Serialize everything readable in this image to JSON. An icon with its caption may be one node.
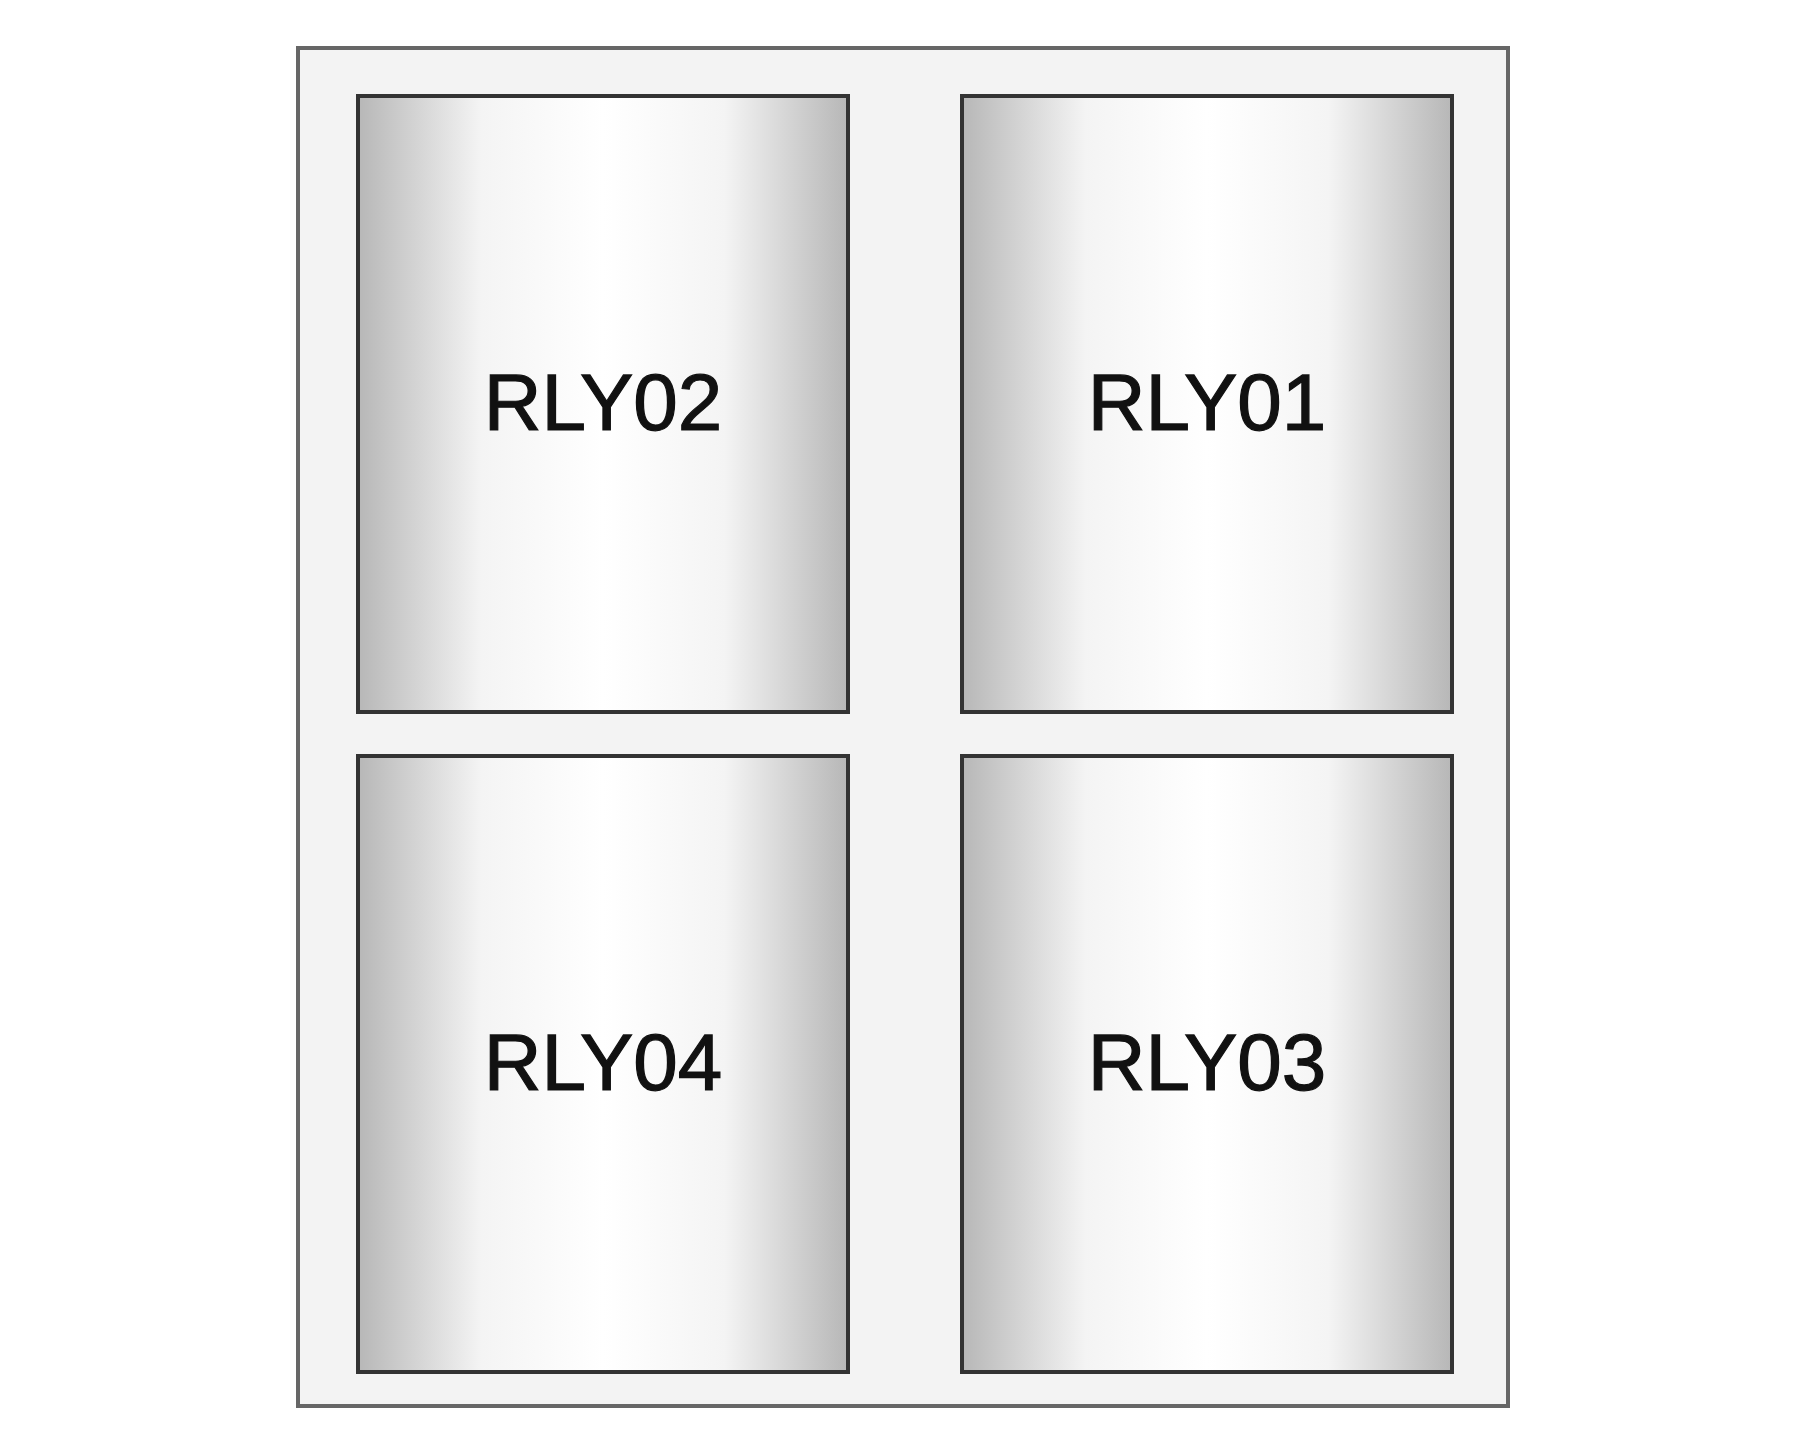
{
  "diagram": {
    "nodes": [
      {
        "text": [],
        "shape": "box"
      },
      {
        "text": [
          "RLY02"
        ],
        "in": 0
      },
      {
        "text": [
          "RLY01"
        ],
        "in": 0
      },
      {
        "text": [
          "RLY04"
        ],
        "in": 0
      },
      {
        "text": [
          "RLY03"
        ],
        "in": 0
      }
    ]
  }
}
